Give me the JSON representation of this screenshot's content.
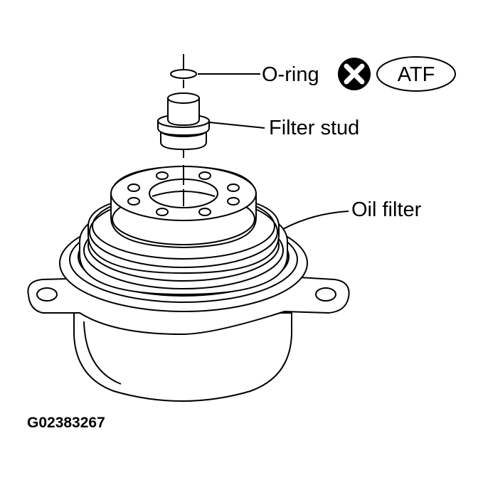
{
  "labels": {
    "o_ring": "O-ring",
    "atf": "ATF",
    "filter_stud": "Filter stud",
    "oil_filter": "Oil filter"
  },
  "figure_id": "G02383267",
  "icons": {
    "replace_symbol": "x-circle-icon"
  }
}
